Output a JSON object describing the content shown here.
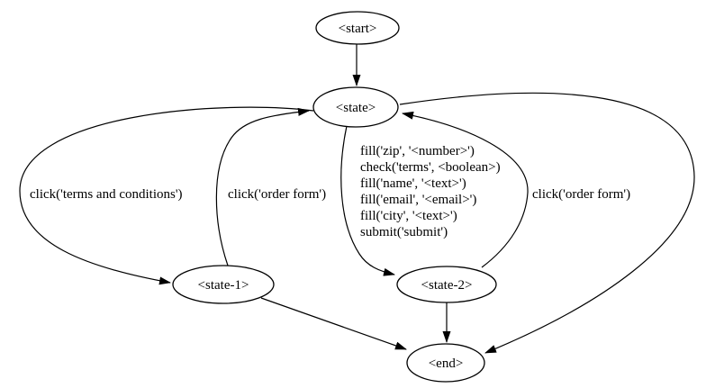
{
  "diagram": {
    "type": "state-machine-graph",
    "background_color": "#ffffff",
    "node_fill_color": "#ffffff",
    "line_color": "#000000",
    "text_color": "#000000",
    "nodes": {
      "start": {
        "label": "<start>"
      },
      "state": {
        "label": "<state>"
      },
      "state1": {
        "label": "<state-1>"
      },
      "state2": {
        "label": "<state-2>"
      },
      "end": {
        "label": "<end>"
      }
    },
    "edges": {
      "start_to_state": {
        "from": "<start>",
        "to": "<state>",
        "label": ""
      },
      "state_to_state1": {
        "from": "<state>",
        "to": "<state-1>",
        "label": "click('terms and conditions')"
      },
      "state1_to_state": {
        "from": "<state-1>",
        "to": "<state>",
        "label": "click('order form')"
      },
      "state_to_state2": {
        "from": "<state>",
        "to": "<state-2>",
        "lines": [
          "fill('zip', '<number>')",
          "check('terms', <boolean>)",
          "fill('name', '<text>')",
          "fill('email', '<email>')",
          "fill('city', '<text>')",
          "submit('submit')"
        ]
      },
      "state2_to_state": {
        "from": "<state-2>",
        "to": "<state>",
        "label": "click('order form')"
      },
      "state_to_end": {
        "from": "<state>",
        "to": "<end>",
        "label": ""
      },
      "state1_to_end": {
        "from": "<state-1>",
        "to": "<end>",
        "label": ""
      },
      "state2_to_end": {
        "from": "<state-2>",
        "to": "<end>",
        "label": ""
      }
    }
  }
}
